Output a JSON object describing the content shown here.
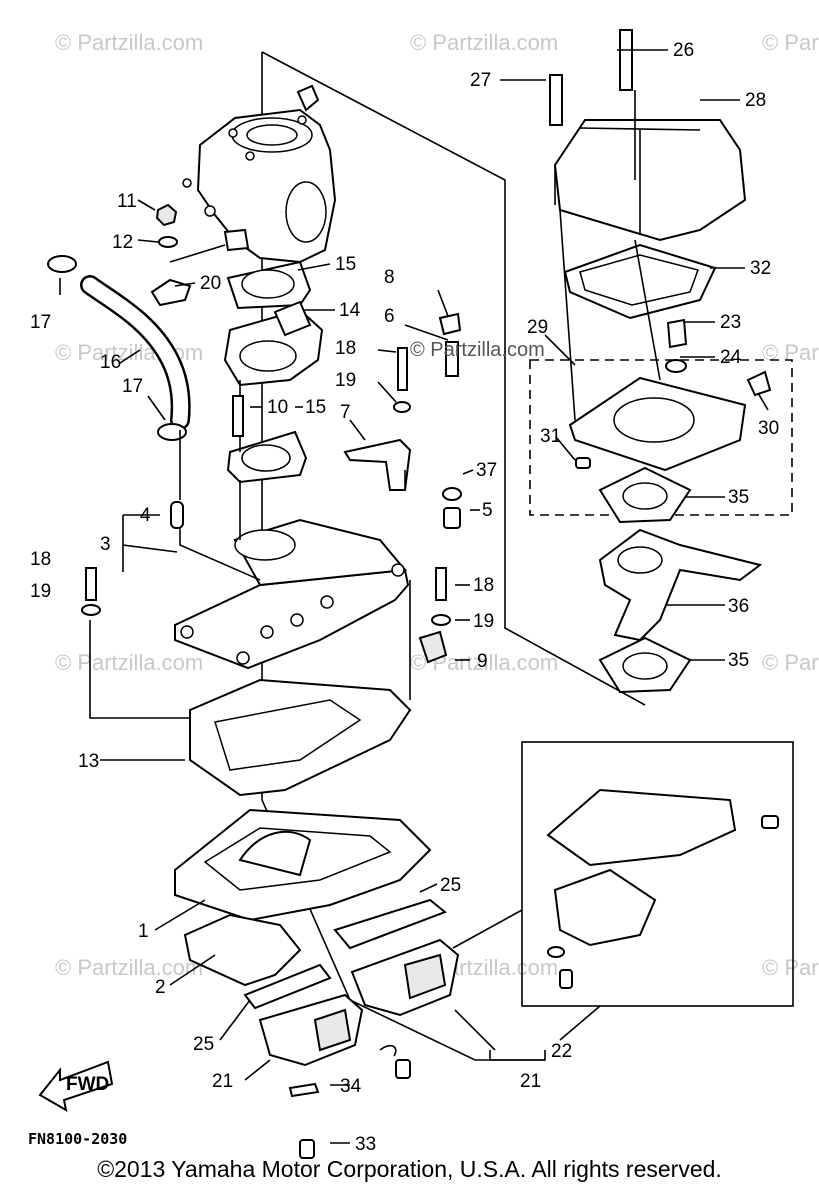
{
  "diagram": {
    "drawing_code": "FN8100-2030",
    "fwd_label": "FWD",
    "copyright": "©2013 Yamaha Motor Corporation, U.S.A. All rights reserved.",
    "watermark": "© Partzilla.com",
    "watermark_center": "© Partzilla.com",
    "callouts": [
      "1",
      "2",
      "3",
      "4",
      "5",
      "6",
      "7",
      "8",
      "9",
      "10",
      "11",
      "12",
      "13",
      "14",
      "15",
      "16",
      "17",
      "18",
      "19",
      "20",
      "21",
      "22",
      "23",
      "24",
      "25",
      "26",
      "27",
      "28",
      "29",
      "30",
      "31",
      "32",
      "33",
      "34",
      "35",
      "36",
      "37"
    ]
  }
}
